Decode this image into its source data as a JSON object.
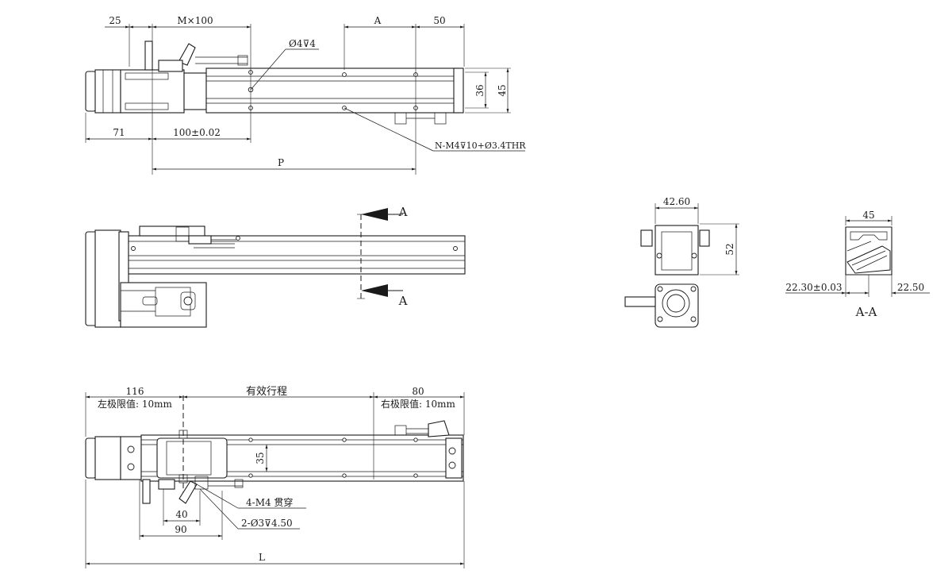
{
  "top_view": {
    "dim_25": "25",
    "dim_mx100": "M×100",
    "dim_a": "A",
    "dim_50": "50",
    "hole_callout": "Ø4⊽4",
    "dim_36": "36",
    "dim_45": "45",
    "dim_71": "71",
    "dim_100": "100±0.02",
    "dim_p": "P",
    "thread_callout": "N-M4⊽10+Ø3.4THR"
  },
  "side_view": {
    "section_mark_top": "A",
    "section_mark_bottom": "A"
  },
  "end_view": {
    "dim_42_60": "42.60",
    "dim_52": "52"
  },
  "section_view": {
    "dim_45": "45",
    "dim_22_30": "22.30±0.03",
    "dim_22_50": "22.50",
    "label": "A-A"
  },
  "bottom_view": {
    "dim_116": "116",
    "left_limit": "左极限值: 10mm",
    "stroke_label": "有效行程",
    "dim_80": "80",
    "right_limit": "右极限值: 10mm",
    "dim_35": "35",
    "tapped_callout": "4-M4 贯穿",
    "pin_callout": "2-Ø3⊽4.50",
    "dim_40": "40",
    "dim_90": "90",
    "dim_l": "L"
  }
}
